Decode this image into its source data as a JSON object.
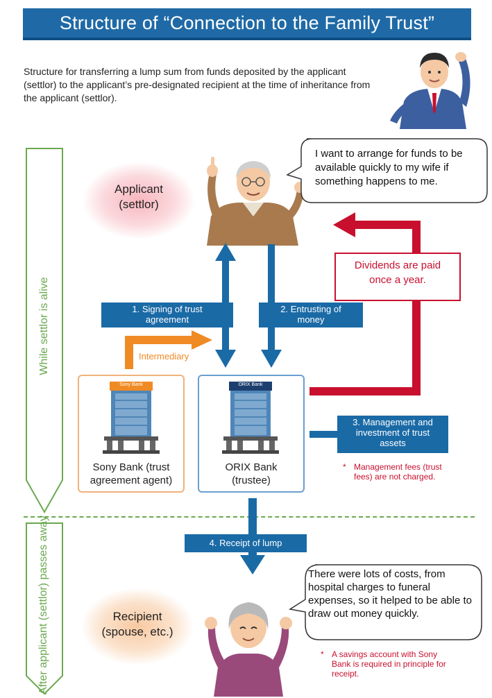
{
  "title": "Structure of “Connection to the Family Trust”",
  "intro": "Structure for transferring a lump sum from funds deposited by the applicant (settlor) to the applicant’s pre-designated recipient at the time of inheritance from the applicant (settlor).",
  "phases": {
    "alive": "While settlor is alive",
    "after": "After applicant (settlor) passes away"
  },
  "applicant": {
    "label_line1": "Applicant",
    "label_line2": "(settlor)",
    "speech": "I want to arrange for funds to be available quickly to my wife if something happens to me."
  },
  "dividends": {
    "line1": "Dividends are paid",
    "line2": "once a year."
  },
  "steps": {
    "step1_line1": "1. Signing of trust",
    "step1_line2": "agreement",
    "step2_line1": "2. Entrusting of",
    "step2_line2": "money",
    "step3_line1": "3. Management and",
    "step3_line2": "investment of trust",
    "step3_line3": "assets",
    "step4": "4. Receipt of lump"
  },
  "intermediary": "Intermediary",
  "sony": {
    "sign": "Sony Bank",
    "label_line1": "Sony Bank (trust",
    "label_line2": "agreement agent)"
  },
  "orix": {
    "sign": "ORIX Bank",
    "label_line1": "ORIX Bank",
    "label_line2": "(trustee)"
  },
  "fees_note": {
    "star": "*",
    "line1": "Management fees (trust",
    "line2": "fees) are not charged."
  },
  "recipient": {
    "label_line1": "Recipient",
    "label_line2": "(spouse, etc.)",
    "speech": "There were lots of costs, from hospital charges to funeral expenses, so it helped to be able to draw out money quickly."
  },
  "account_note": {
    "star": "*",
    "line1": "A savings account with Sony",
    "line2": "Bank is required in principle for",
    "line3": "receipt."
  },
  "colors": {
    "title_blue": "#1f6aa6",
    "arrow_blue": "#1a6aa6",
    "accent_red": "#c8102e",
    "phase_green": "#6aa84f",
    "intermediary_orange": "#f08a24"
  },
  "icons": [
    "presenter-man-icon",
    "elderly-man-icon",
    "elderly-woman-icon",
    "bank-building-icon"
  ]
}
